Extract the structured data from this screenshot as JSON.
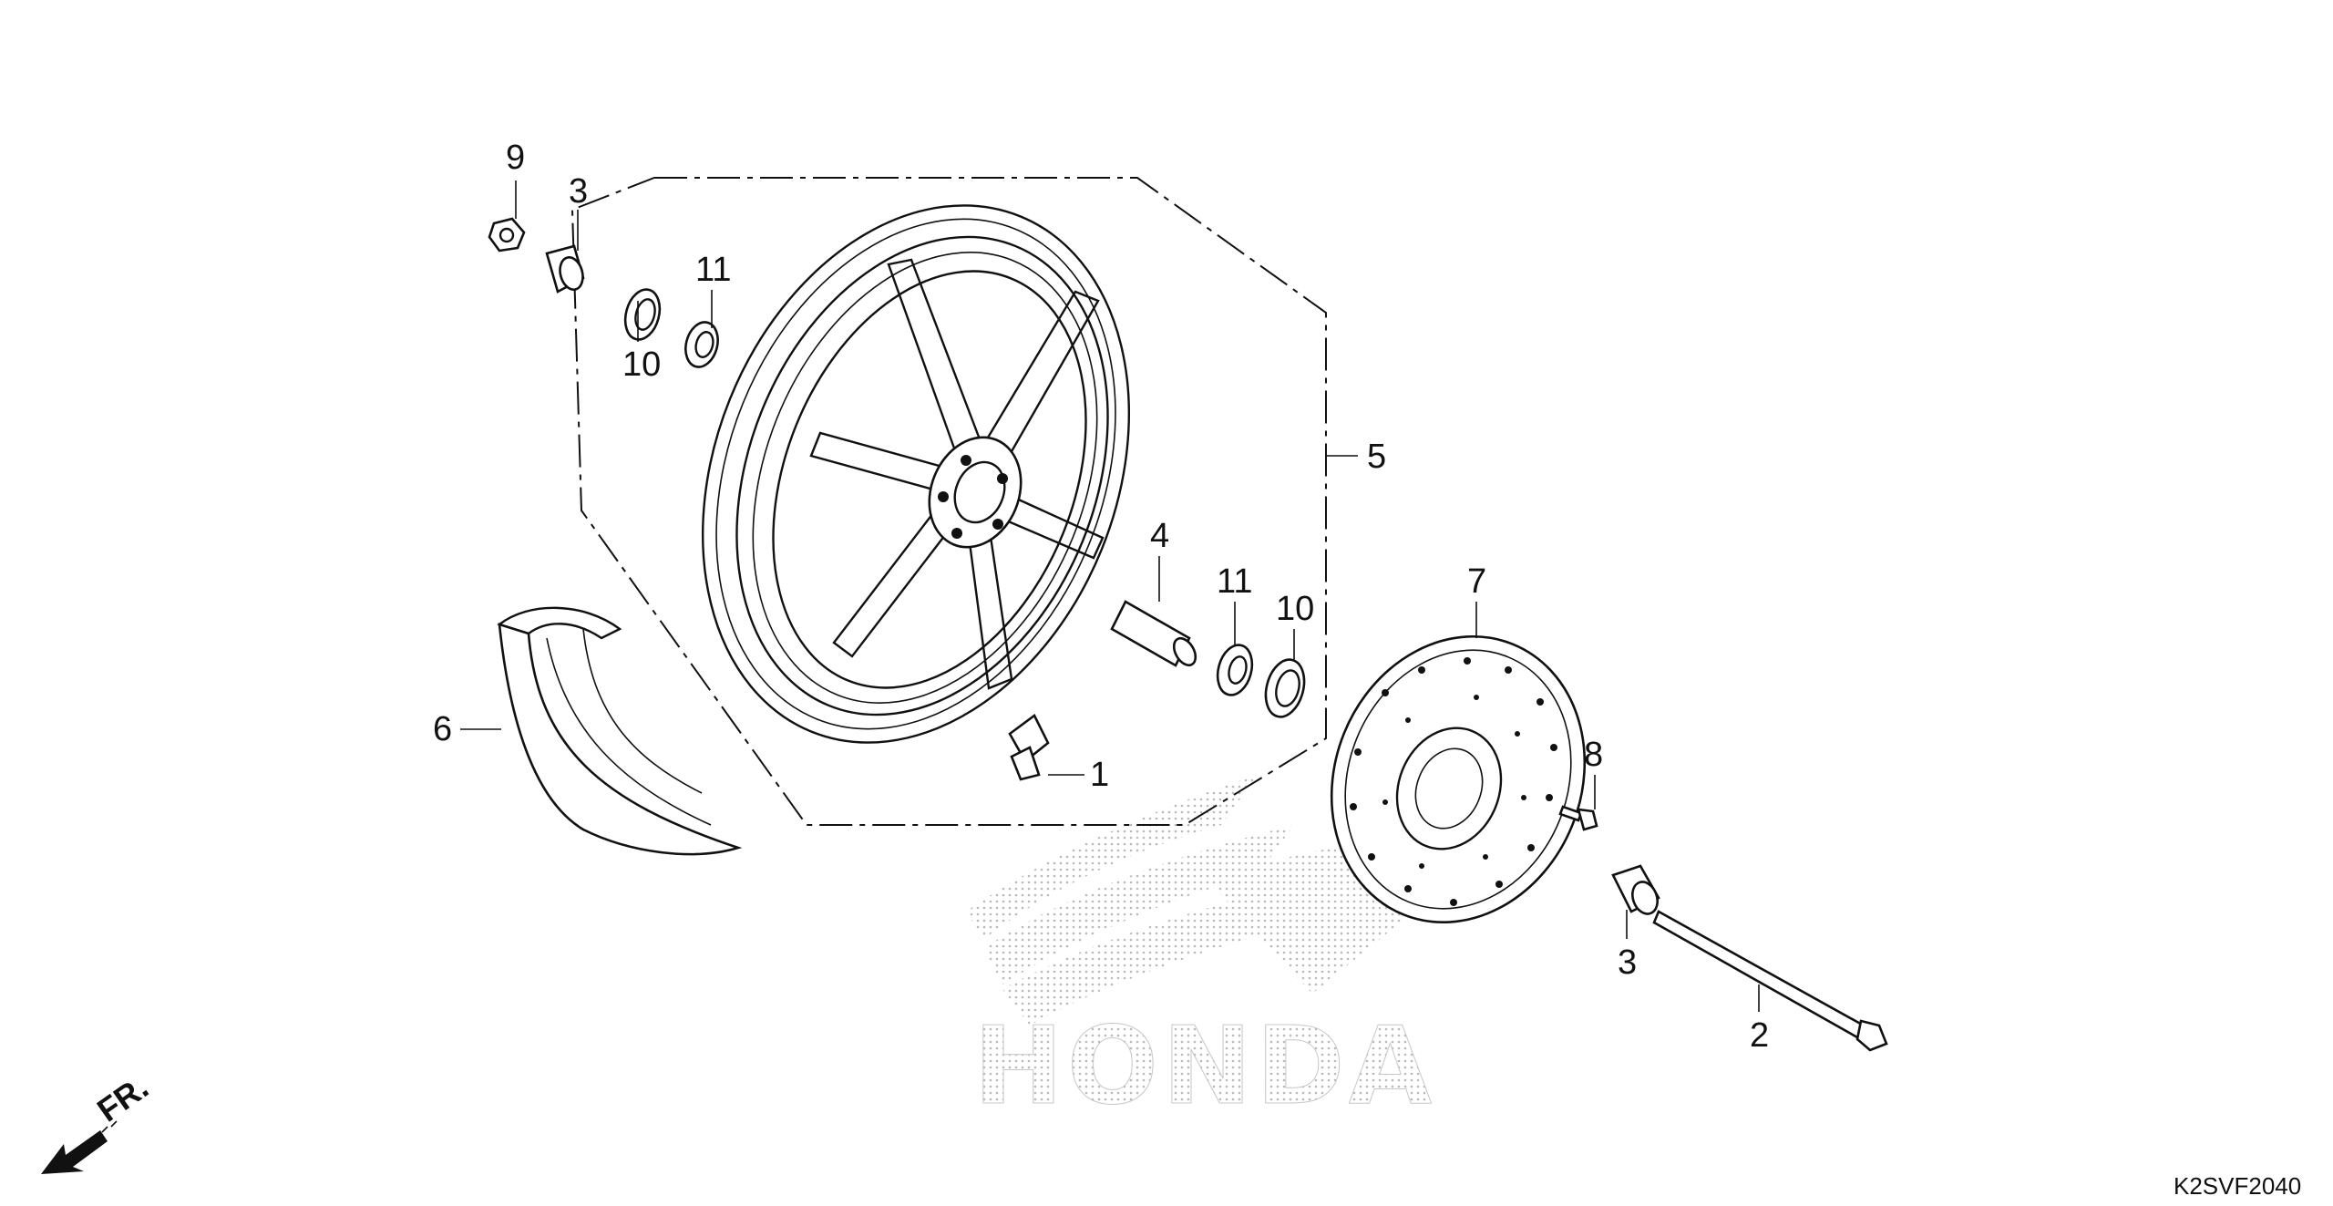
{
  "diagram": {
    "callouts": [
      {
        "id": "c1",
        "label": "1"
      },
      {
        "id": "c2",
        "label": "2"
      },
      {
        "id": "c3a",
        "label": "3"
      },
      {
        "id": "c3b",
        "label": "3"
      },
      {
        "id": "c4",
        "label": "4"
      },
      {
        "id": "c5",
        "label": "5"
      },
      {
        "id": "c6",
        "label": "6"
      },
      {
        "id": "c7",
        "label": "7"
      },
      {
        "id": "c8",
        "label": "8"
      },
      {
        "id": "c9",
        "label": "9"
      },
      {
        "id": "c10a",
        "label": "10"
      },
      {
        "id": "c10b",
        "label": "10"
      },
      {
        "id": "c11a",
        "label": "11"
      },
      {
        "id": "c11b",
        "label": "11"
      }
    ],
    "direction_label": "FR.",
    "drawing_code": "K2SVF2040",
    "watermark_text": "HONDA"
  },
  "colors": {
    "line": "#111111",
    "background": "#ffffff",
    "watermark": "#bdbdbd"
  }
}
